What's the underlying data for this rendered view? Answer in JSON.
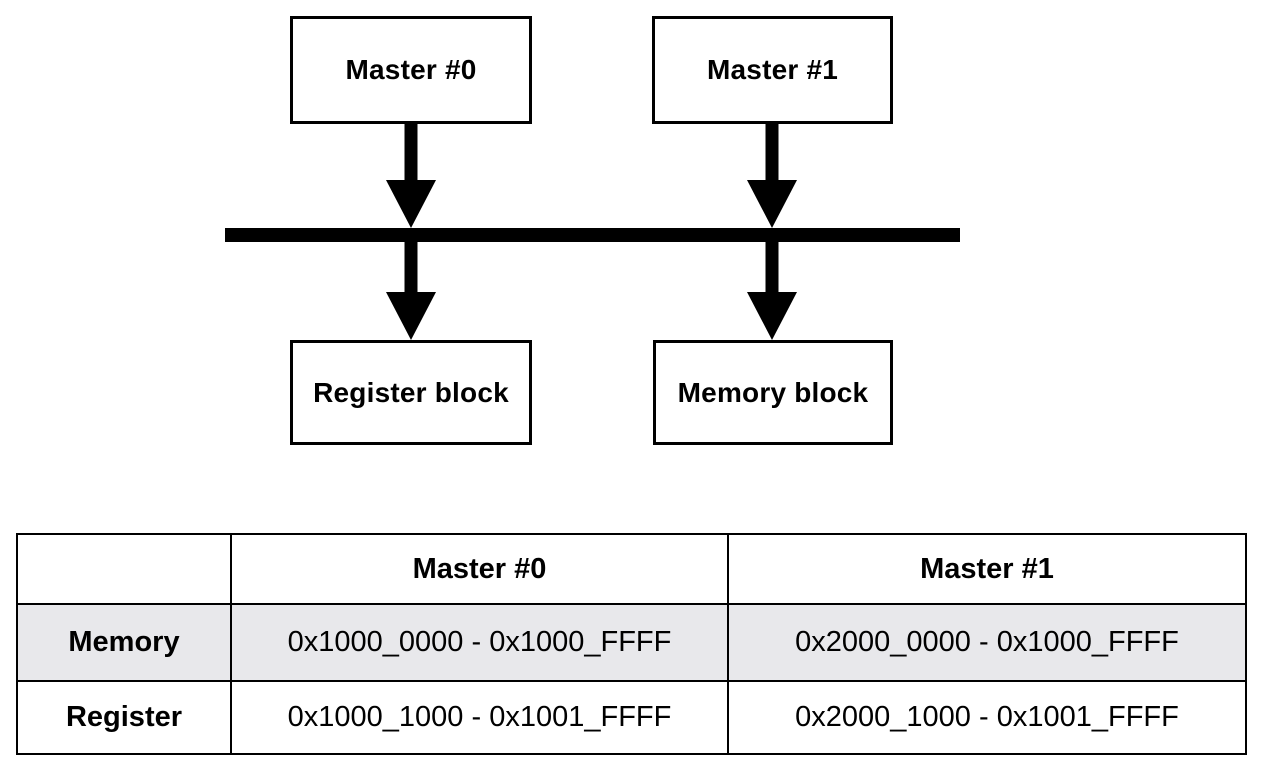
{
  "diagram": {
    "master0_label": "Master #0",
    "master1_label": "Master #1",
    "register_block_label": "Register block",
    "memory_block_label": "Memory block"
  },
  "table": {
    "headers": [
      "Master #0",
      "Master #1"
    ],
    "rows": [
      {
        "label": "Memory",
        "values": [
          "0x1000_0000 - 0x1000_FFFF",
          "0x2000_0000 - 0x1000_FFFF"
        ]
      },
      {
        "label": "Register",
        "values": [
          "0x1000_1000 - 0x1001_FFFF",
          "0x2000_1000 - 0x1001_FFFF"
        ]
      }
    ],
    "shaded_row_color": "#e8e8eb"
  },
  "colors": {
    "line": "#000000",
    "background": "#ffffff"
  }
}
